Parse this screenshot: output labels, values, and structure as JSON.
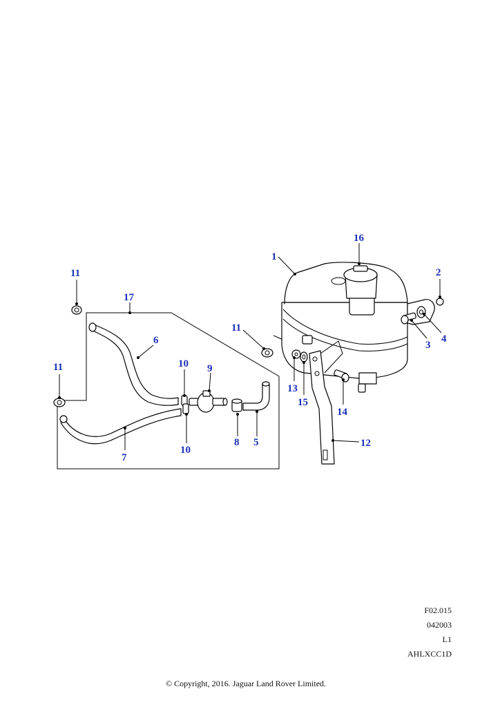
{
  "callouts": [
    "1",
    "2",
    "3",
    "4",
    "5",
    "6",
    "7",
    "8",
    "9",
    "10",
    "10",
    "11",
    "11",
    "11",
    "12",
    "13",
    "14",
    "15",
    "16",
    "17"
  ],
  "reference_codes": [
    "F02.015",
    "042003",
    "L1",
    "AHLXCC1D"
  ],
  "copyright": "© Copyright, 2016. Jaguar Land Rover Limited.",
  "colors": {
    "callout": "#1a2fb8",
    "line": "#000000",
    "background": "#ffffff"
  }
}
